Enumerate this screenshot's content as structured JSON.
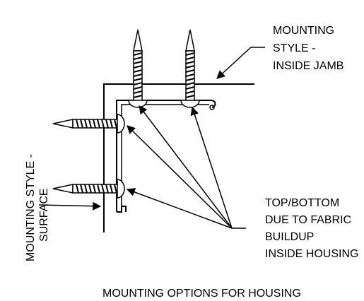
{
  "labels": {
    "inside_jamb": [
      "MOUNTING",
      "STYLE -",
      "INSIDE JAMB"
    ],
    "surface": [
      "MOUNTING STYLE -",
      "SURFACE"
    ],
    "buildup": [
      "TOP/BOTTOM",
      "DUE TO FABRIC",
      "BUILDUP",
      "INSIDE HOUSING"
    ],
    "caption": "MOUNTING OPTIONS FOR HOUSING"
  }
}
